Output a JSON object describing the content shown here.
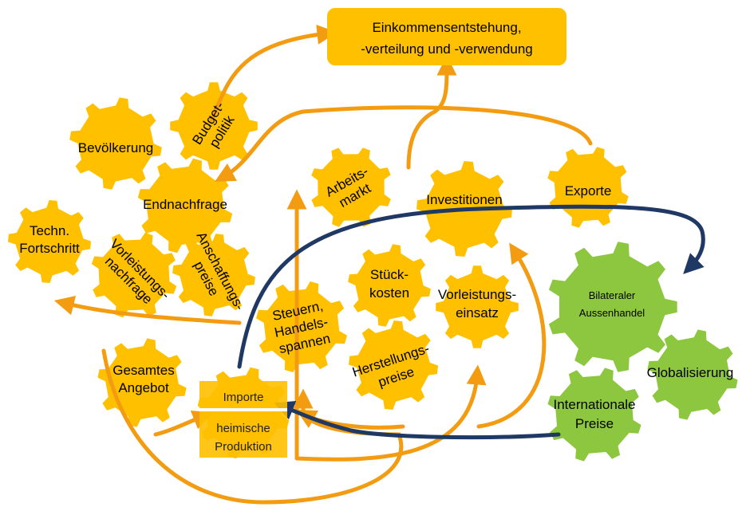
{
  "colors": {
    "gear_orange": "#FFC000",
    "gear_green": "#8DC63F",
    "arrow_orange": "#F39C12",
    "arrow_navy": "#1F3864",
    "box_fill": "#FFC000"
  },
  "top_box": {
    "line1": "Einkommensentstehung,",
    "line2": "-verteilung und -verwendung"
  },
  "gears": {
    "bevoelkerung": "Bevölkerung",
    "budget_1": "Budget-",
    "budget_2": "politik",
    "endnachfrage": "Endnachfrage",
    "techn_1": "Techn.",
    "techn_2": "Fortschritt",
    "vorl_nach_1": "Vorleistungs-",
    "vorl_nach_2": "nachfrage",
    "anschaff_1": "Anschaffungs-",
    "anschaff_2": "preise",
    "gesamt_1": "Gesamtes",
    "gesamt_2": "Angebot",
    "arbeits_1": "Arbeits-",
    "arbeits_2": "markt",
    "investitionen": "Investitionen",
    "exporte": "Exporte",
    "stueck_1": "Stück-",
    "stueck_2": "kosten",
    "vorl_einsatz_1": "Vorleistungs-",
    "vorl_einsatz_2": "einsatz",
    "steuern_1": "Steuern,",
    "steuern_2": "Handels-",
    "steuern_3": "spannen",
    "herst_1": "Herstellungs-",
    "herst_2": "preise",
    "bilateral_1": "Bilateraler",
    "bilateral_2": "Aussenhandel",
    "global": "Globalisierung",
    "intl_1": "Internationale",
    "intl_2": "Preise"
  },
  "production_box": {
    "importe": "Importe",
    "heim_1": "heimische",
    "heim_2": "Produktion"
  }
}
